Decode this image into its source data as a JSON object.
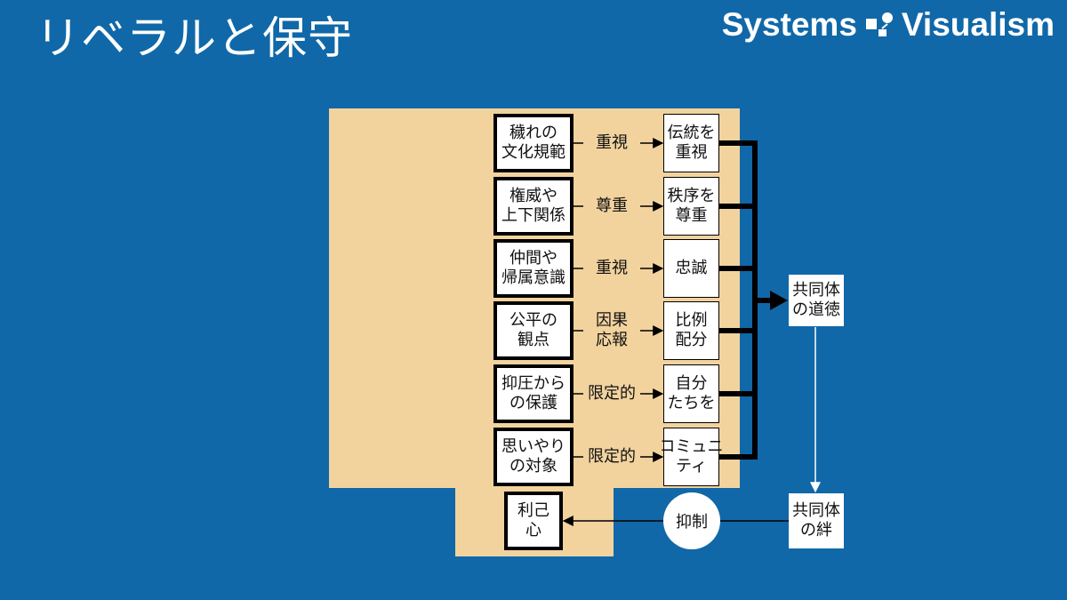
{
  "header": {
    "title": "リベラルと保守",
    "brand_left": "Systems",
    "brand_right": "Visualism"
  },
  "diagram": {
    "rows": [
      {
        "source": [
          "穢れの",
          "文化規範"
        ],
        "relation": [
          "重視"
        ],
        "target": [
          "伝統を",
          "重視"
        ]
      },
      {
        "source": [
          "権威や",
          "上下関係"
        ],
        "relation": [
          "尊重"
        ],
        "target": [
          "秩序を",
          "尊重"
        ]
      },
      {
        "source": [
          "仲間や",
          "帰属意識"
        ],
        "relation": [
          "重視"
        ],
        "target": [
          "忠誠"
        ]
      },
      {
        "source": [
          "公平の",
          "観点"
        ],
        "relation": [
          "因果",
          "応報"
        ],
        "target": [
          "比例",
          "配分"
        ]
      },
      {
        "source": [
          "抑圧から",
          "の保護"
        ],
        "relation": [
          "限定的"
        ],
        "target": [
          "自分",
          "たちを"
        ]
      },
      {
        "source": [
          "思いやり",
          "の対象"
        ],
        "relation": [
          "限定的"
        ],
        "target": [
          "コミュニ",
          "ティ"
        ]
      }
    ],
    "morality": [
      "共同体",
      "の道徳"
    ],
    "bond": [
      "共同体",
      "の絆"
    ],
    "suppress": "抑制",
    "selfish": [
      "利己",
      "心"
    ]
  },
  "colors": {
    "background": "#1068a8",
    "panel": "#f2d39e",
    "node": "#ffffff",
    "line": "#000000",
    "arrow_light": "#ffffff"
  }
}
